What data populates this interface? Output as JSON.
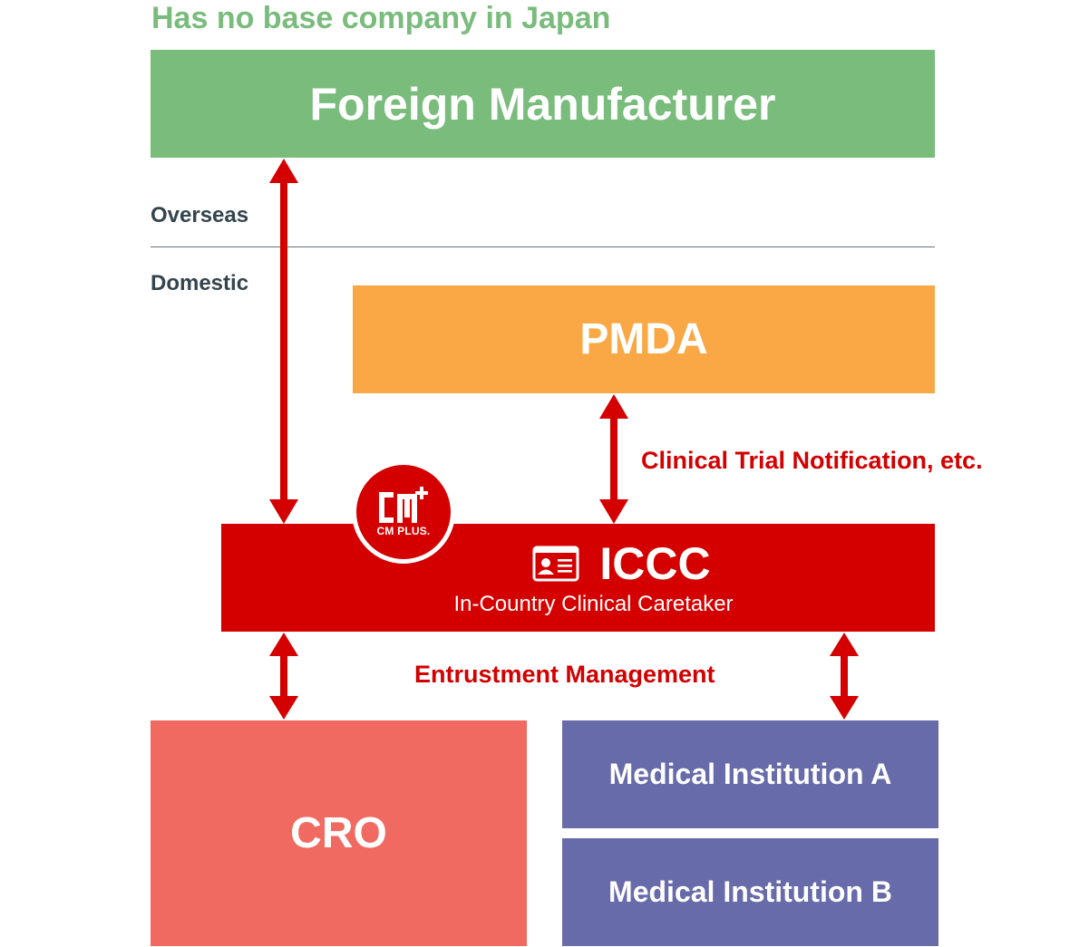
{
  "header": {
    "note": "Has no base company in Japan"
  },
  "regions": {
    "overseas_label": "Overseas",
    "domestic_label": "Domestic"
  },
  "nodes": {
    "foreign_manufacturer": "Foreign Manufacturer",
    "pmda": "PMDA",
    "iccc": {
      "title": "ICCC",
      "subtitle": "In-Country Clinical Caretaker",
      "icon": "id-card-icon"
    },
    "cro": "CRO",
    "medical_institution_a": "Medical Institution A",
    "medical_institution_b": "Medical Institution B"
  },
  "logo": {
    "mark": "CM+",
    "label": "CM PLUS."
  },
  "edges": {
    "pmda_iccc_label": "Clinical Trial Notification, etc.",
    "entrustment_label": "Entrustment Management"
  },
  "colors": {
    "green": "#79bc7c",
    "orange": "#f9a845",
    "red": "#d40000",
    "salmon": "#f06a62",
    "purple": "#676ba9",
    "dark_text": "#34444e"
  }
}
